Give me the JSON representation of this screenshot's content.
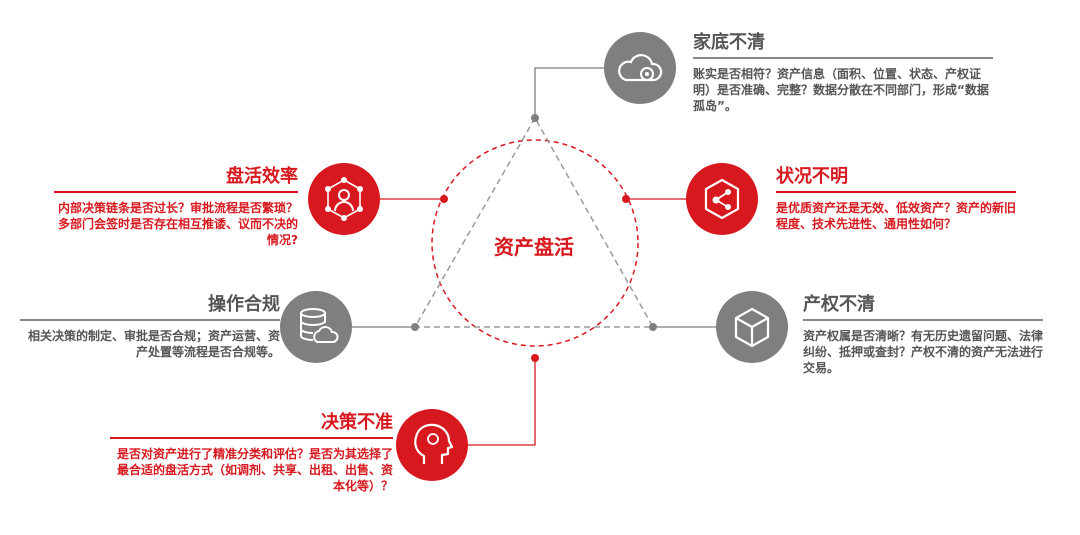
{
  "center_label": "资产盘活",
  "colors": {
    "red": "#d7191f",
    "gray": "#7f7f7f",
    "dark_gray": "#555555"
  },
  "items": [
    {
      "key": "jiadi",
      "title": "家底不清",
      "description": "账实是否相符？资产信息（面积、位置、状态、产权证明）是否准确、完整？数据分散在不同部门，形成“数据孤岛”。",
      "icon": "cloud-gear-icon",
      "color": "gray"
    },
    {
      "key": "zhuangkuang",
      "title": "状况不明",
      "description": "是优质资产还是无效、低效资产？资产的新旧程度、技术先进性、通用性如何？",
      "icon": "network-hexagon-icon",
      "color": "red"
    },
    {
      "key": "chanquan",
      "title": "产权不清",
      "description": "资产权属是否清晰？有无历史遗留问题、法律纠纷、抵押或查封？产权不清的资产无法进行交易。",
      "icon": "cube-icon",
      "color": "gray"
    },
    {
      "key": "juece",
      "title": "决策不准",
      "description": "是否对资产进行了精准分类和评估？是否为其选择了最合适的盘活方式（如调剂、共享、出租、出售、资本化等）？",
      "icon": "head-brain-icon",
      "color": "red"
    },
    {
      "key": "caozuo",
      "title": "操作合规",
      "description": "相关决策的制定、审批是否合规；资产运营、资产处置等流程是否合规等。",
      "icon": "database-cloud-icon",
      "color": "gray"
    },
    {
      "key": "xiaolv",
      "title": "盘活效率",
      "description": "内部决策链条是否过长？审批流程是否繁琐？多部门会签时是否存在相互推诿、议而不决的情况?",
      "icon": "people-network-icon",
      "color": "red"
    }
  ]
}
